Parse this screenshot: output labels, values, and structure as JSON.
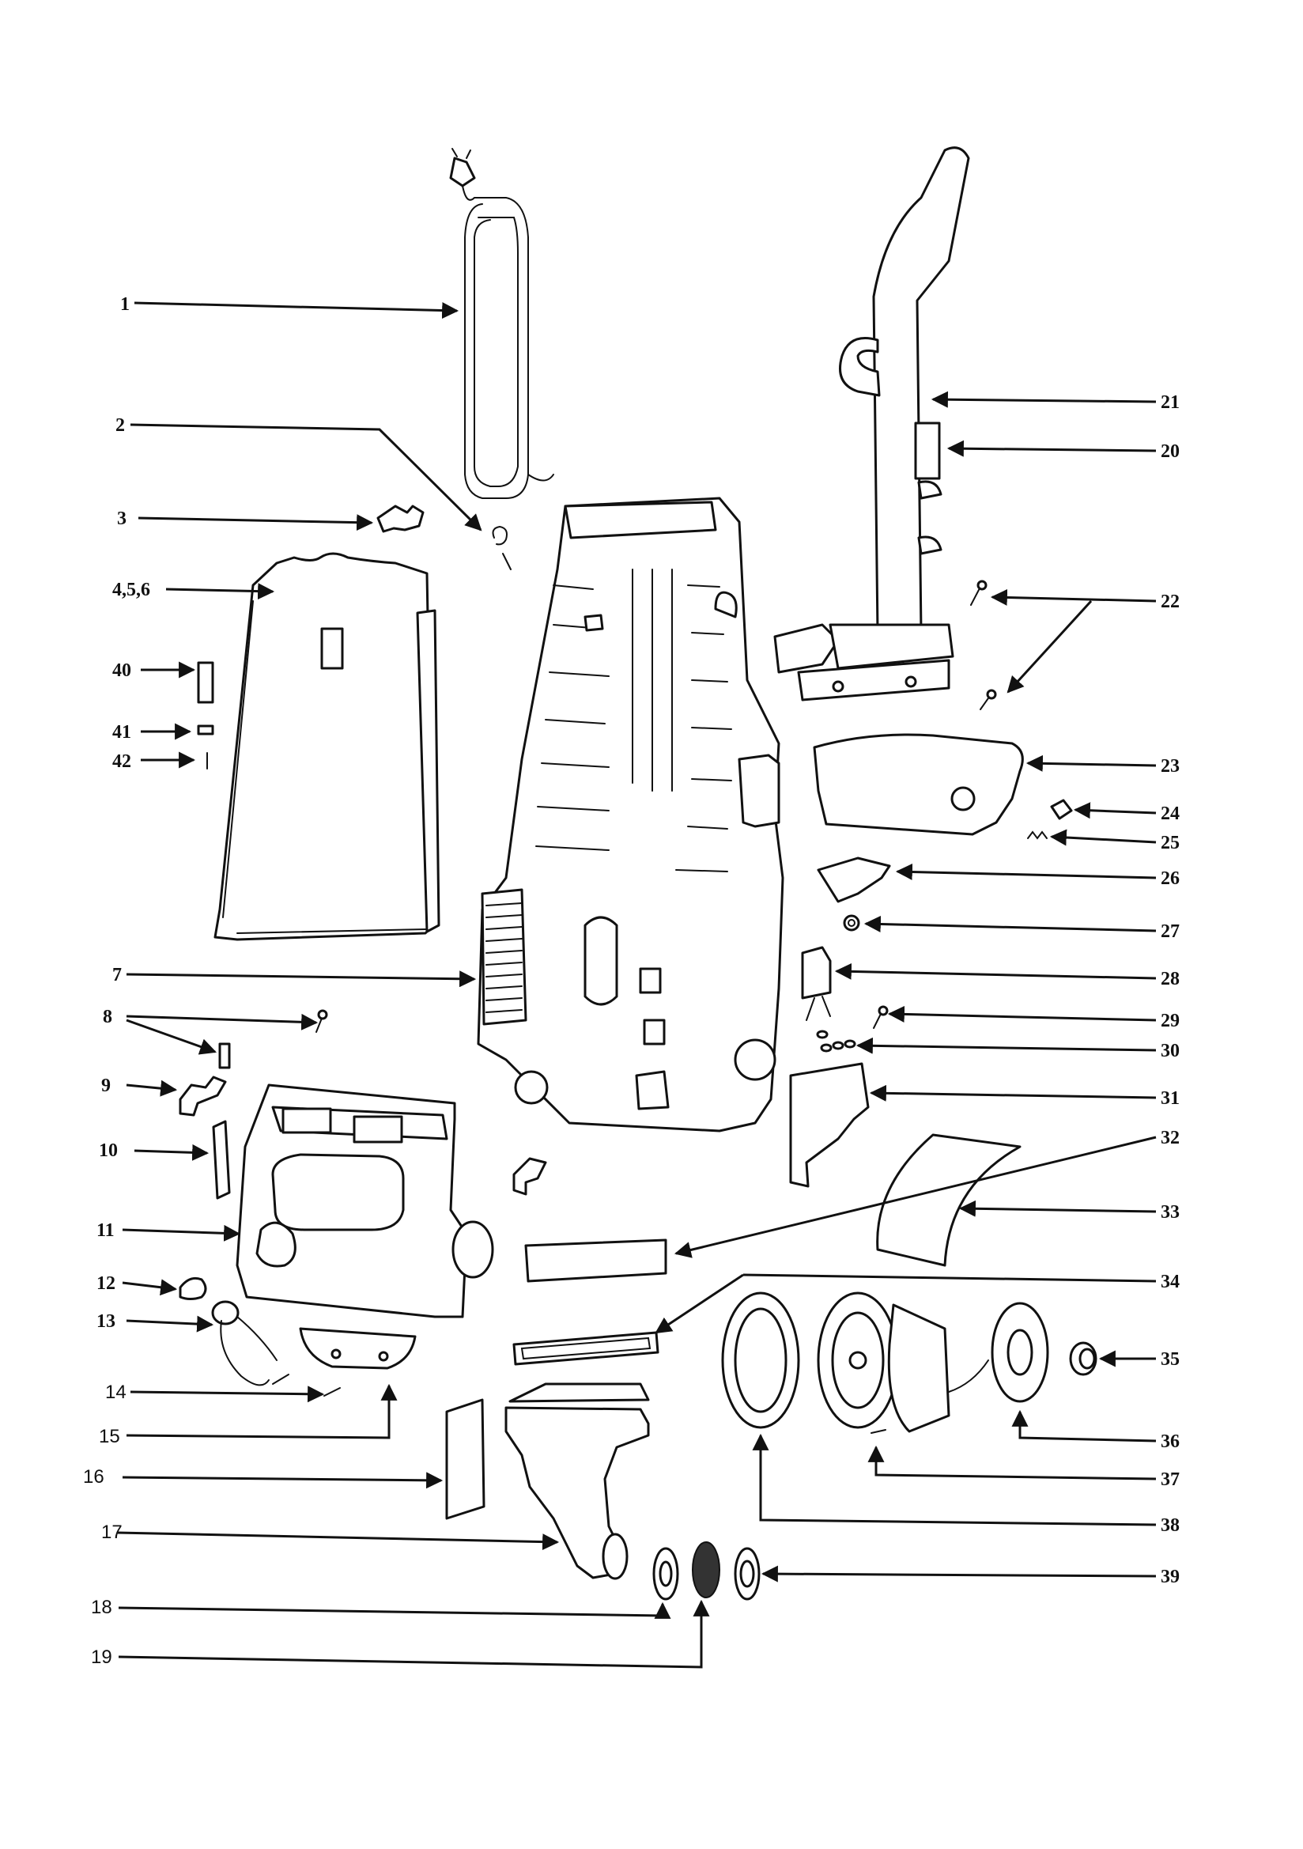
{
  "diagram": {
    "callouts": [
      {
        "id": "c1",
        "label": "1"
      },
      {
        "id": "c2",
        "label": "2"
      },
      {
        "id": "c3",
        "label": "3"
      },
      {
        "id": "c456",
        "label": "4,5,6"
      },
      {
        "id": "c40",
        "label": "40"
      },
      {
        "id": "c41",
        "label": "41"
      },
      {
        "id": "c42",
        "label": "42"
      },
      {
        "id": "c7",
        "label": "7"
      },
      {
        "id": "c8",
        "label": "8"
      },
      {
        "id": "c9",
        "label": "9"
      },
      {
        "id": "c10",
        "label": "10"
      },
      {
        "id": "c11",
        "label": "11"
      },
      {
        "id": "c12",
        "label": "12"
      },
      {
        "id": "c13",
        "label": "13"
      },
      {
        "id": "c14",
        "label": "14"
      },
      {
        "id": "c15",
        "label": "15"
      },
      {
        "id": "c16",
        "label": "16"
      },
      {
        "id": "c17",
        "label": "17"
      },
      {
        "id": "c18",
        "label": "18"
      },
      {
        "id": "c19",
        "label": "19"
      },
      {
        "id": "c20",
        "label": "20"
      },
      {
        "id": "c21",
        "label": "21"
      },
      {
        "id": "c22",
        "label": "22"
      },
      {
        "id": "c23",
        "label": "23"
      },
      {
        "id": "c24",
        "label": "24"
      },
      {
        "id": "c25",
        "label": "25"
      },
      {
        "id": "c26",
        "label": "26"
      },
      {
        "id": "c27",
        "label": "27"
      },
      {
        "id": "c28",
        "label": "28"
      },
      {
        "id": "c29",
        "label": "29"
      },
      {
        "id": "c30",
        "label": "30"
      },
      {
        "id": "c31",
        "label": "31"
      },
      {
        "id": "c32",
        "label": "32"
      },
      {
        "id": "c33",
        "label": "33"
      },
      {
        "id": "c34",
        "label": "34"
      },
      {
        "id": "c35",
        "label": "35"
      },
      {
        "id": "c36",
        "label": "36"
      },
      {
        "id": "c37",
        "label": "37"
      },
      {
        "id": "c38",
        "label": "38"
      },
      {
        "id": "c39",
        "label": "39"
      }
    ]
  }
}
